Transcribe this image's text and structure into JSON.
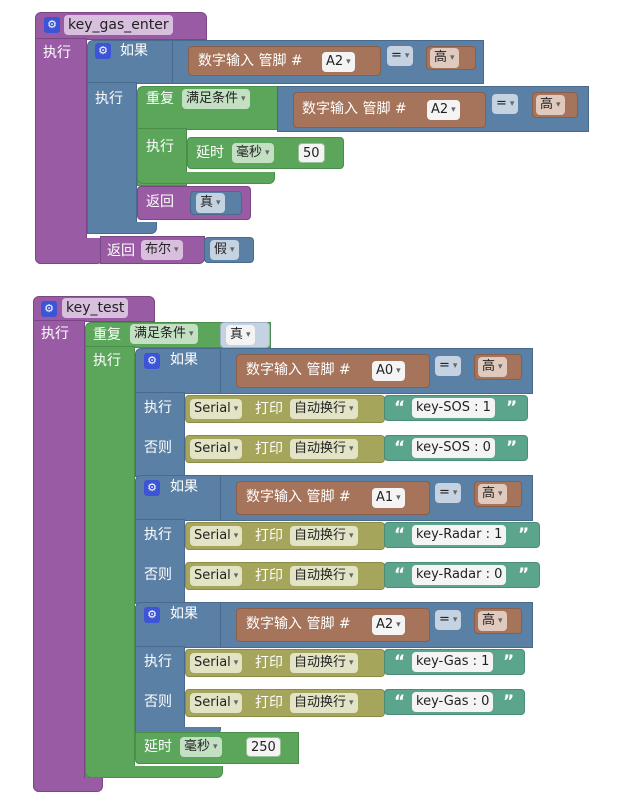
{
  "program1": {
    "name": "key_gas_enter",
    "do_label": "执行",
    "if_label": "如果",
    "if_cond": {
      "func": "数字输入 管脚 #",
      "pin": "A2",
      "op": "=",
      "value": "高"
    },
    "if_do_label": "执行",
    "repeat_label": "重复",
    "repeat_mode": "满足条件",
    "repeat_cond": {
      "func": "数字输入 管脚 #",
      "pin": "A2",
      "op": "=",
      "value": "高"
    },
    "repeat_do_label": "执行",
    "delay_label": "延时",
    "delay_unit": "毫秒",
    "delay_value": "50",
    "return_label": "返回",
    "return_value": "真",
    "final_return_label": "返回",
    "final_return_type": "布尔",
    "final_return_value": "假"
  },
  "program2": {
    "name": "key_test",
    "do_label": "执行",
    "repeat_label": "重复",
    "repeat_mode": "满足条件",
    "repeat_value": "真",
    "repeat_do_label": "执行",
    "blocks": [
      {
        "if_label": "如果",
        "func": "数字输入 管脚 #",
        "pin": "A0",
        "op": "=",
        "value": "高",
        "then_label": "执行",
        "else_label": "否则",
        "then_serial": "Serial",
        "then_print": "打印",
        "then_mode": "自动换行",
        "then_text": "key-SOS : 1",
        "else_serial": "Serial",
        "else_print": "打印",
        "else_mode": "自动换行",
        "else_text": "key-SOS : 0"
      },
      {
        "if_label": "如果",
        "func": "数字输入 管脚 #",
        "pin": "A1",
        "op": "=",
        "value": "高",
        "then_label": "执行",
        "else_label": "否则",
        "then_serial": "Serial",
        "then_print": "打印",
        "then_mode": "自动换行",
        "then_text": "key-Radar : 1",
        "else_serial": "Serial",
        "else_print": "打印",
        "else_mode": "自动换行",
        "else_text": "key-Radar : 0"
      },
      {
        "if_label": "如果",
        "func": "数字输入 管脚 #",
        "pin": "A2",
        "op": "=",
        "value": "高",
        "then_label": "执行",
        "else_label": "否则",
        "then_serial": "Serial",
        "then_print": "打印",
        "then_mode": "自动换行",
        "then_text": "key-Gas : 1",
        "else_serial": "Serial",
        "else_print": "打印",
        "else_mode": "自动换行",
        "else_text": "key-Gas : 0"
      }
    ],
    "delay_label": "延时",
    "delay_unit": "毫秒",
    "delay_value": "250"
  },
  "colors": {
    "procedure": "#9a5ba5",
    "loop": "#5ca65c",
    "logic": "#5b80a5",
    "io": "#a5745b",
    "serial": "#a5a55b",
    "text": "#5ba58c",
    "gear": "#3b55d6"
  },
  "icons": {
    "mutator": "gear-icon",
    "quote_open": "“",
    "quote_close": "”"
  }
}
